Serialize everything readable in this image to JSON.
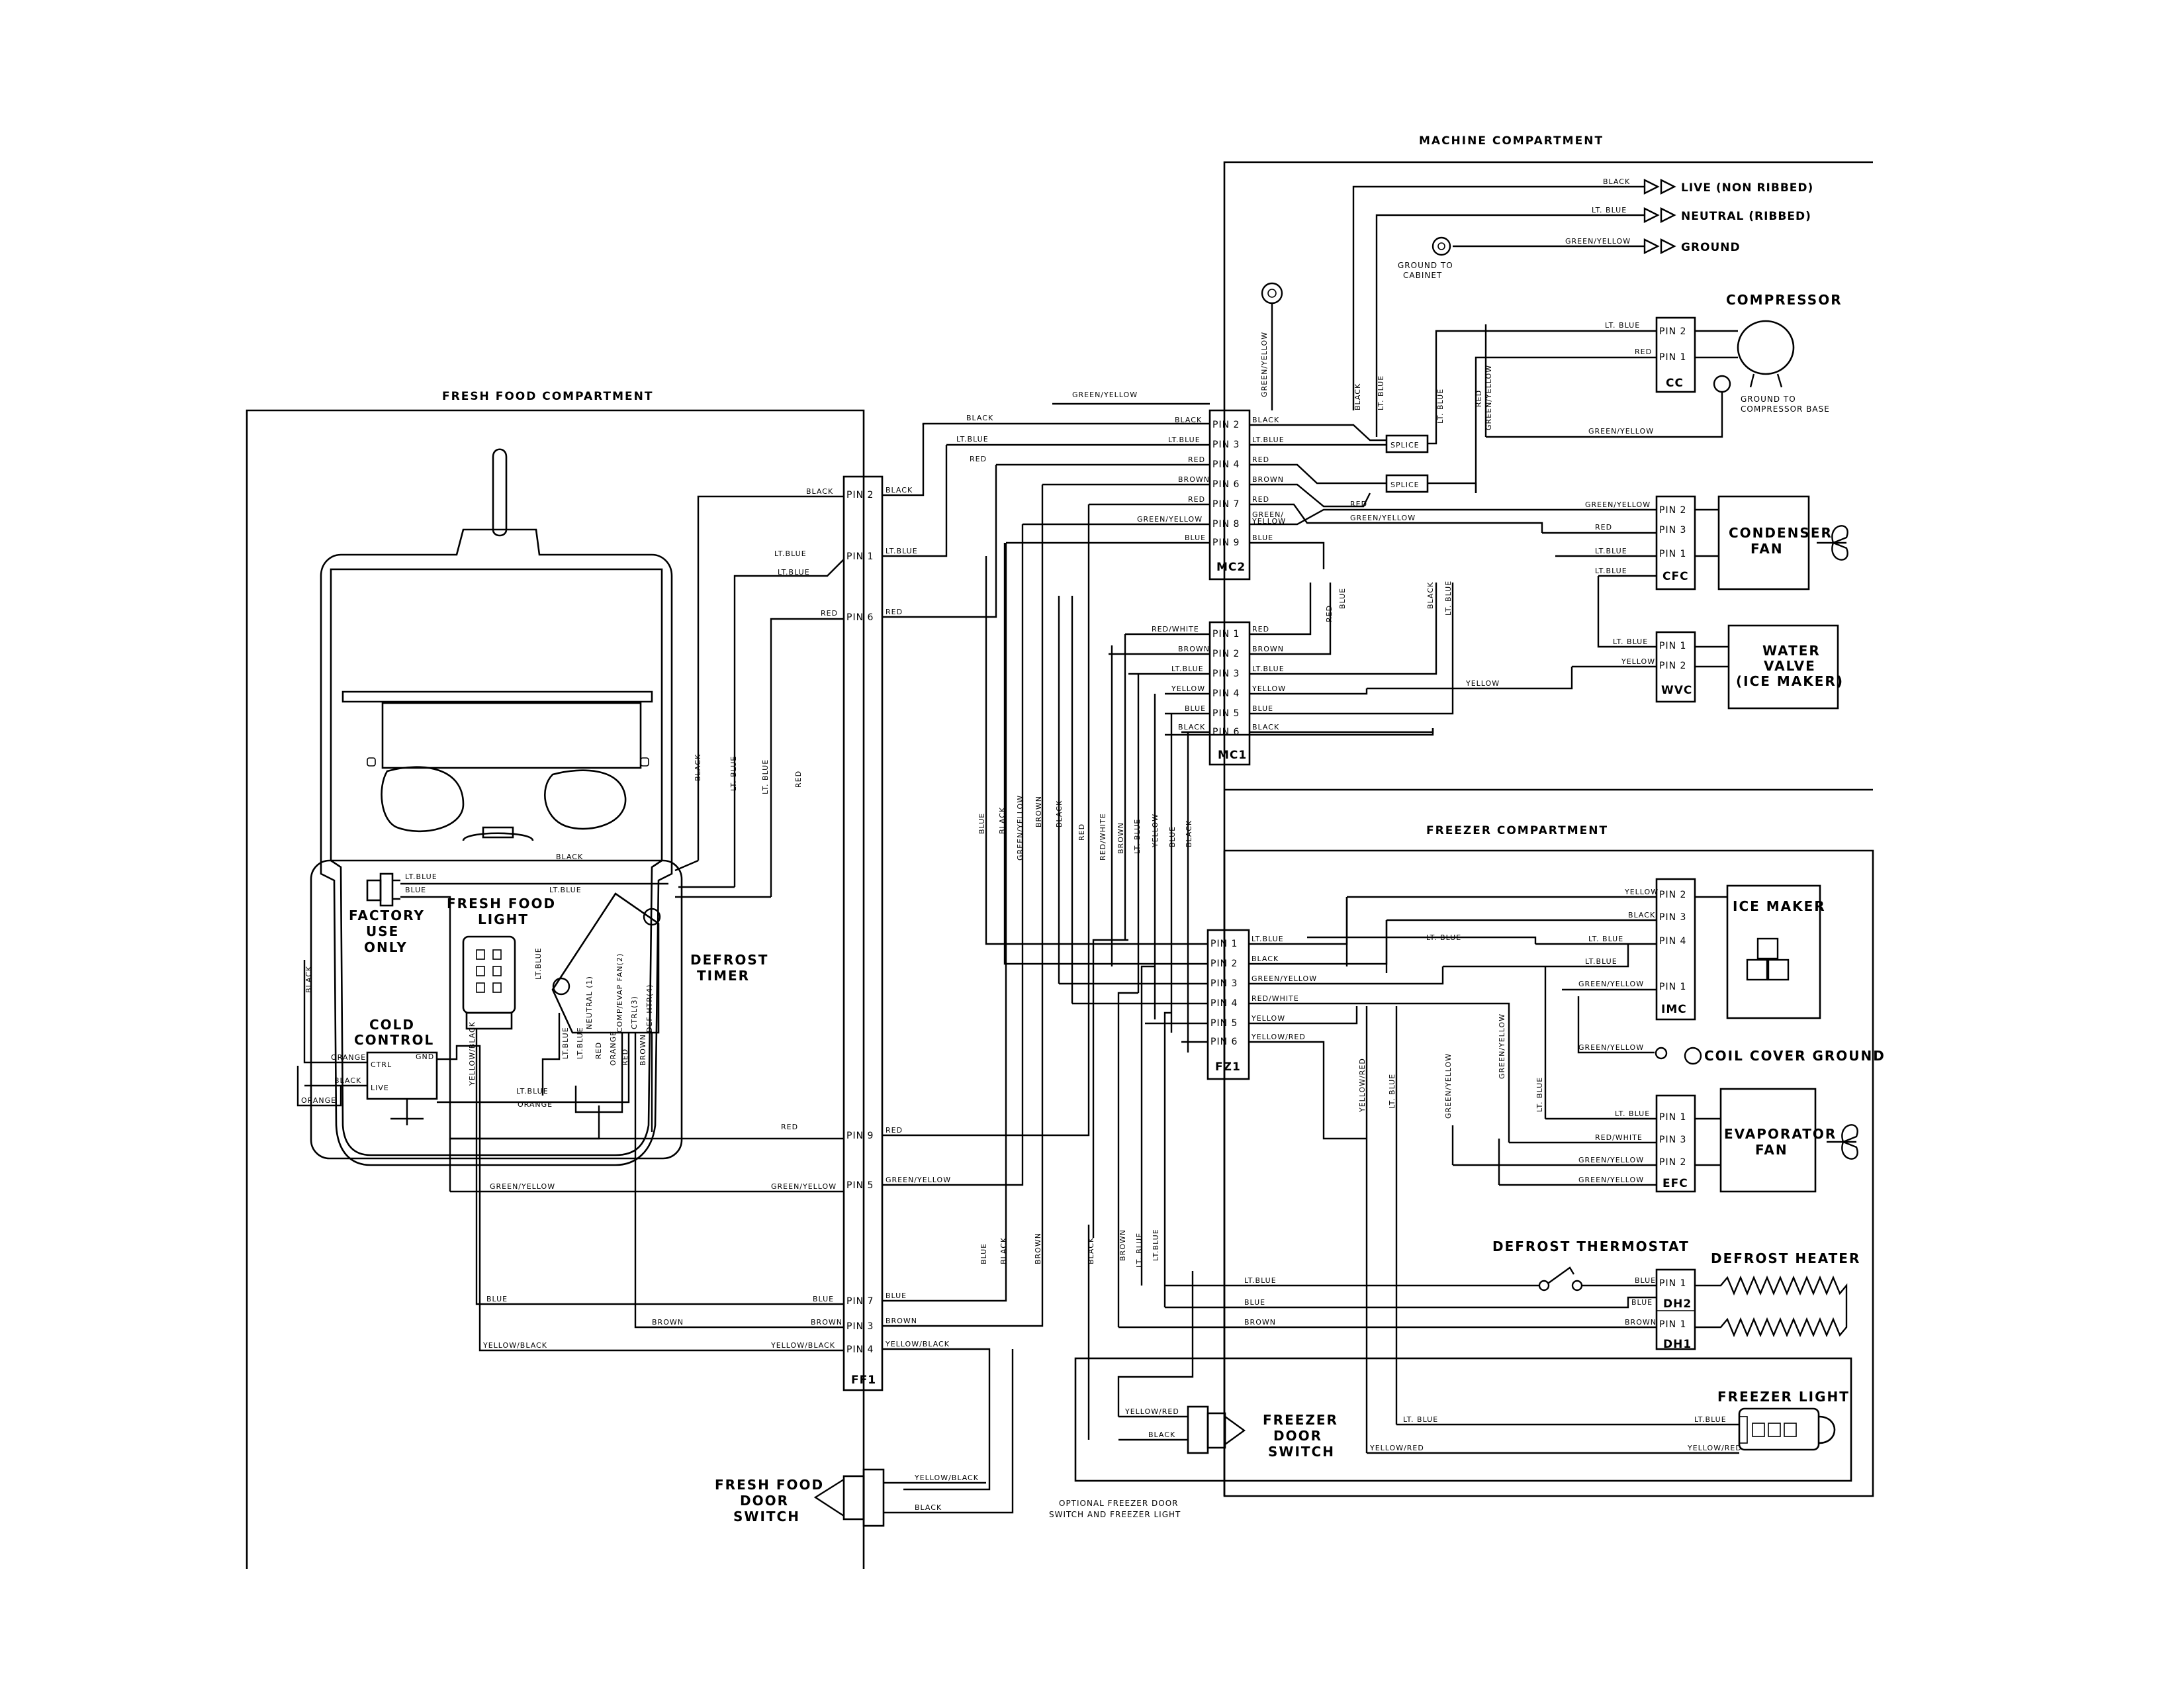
{
  "sections": {
    "machine": "MACHINE COMPARTMENT",
    "fresh_food": "FRESH FOOD COMPARTMENT",
    "freezer": "FREEZER  COMPARTMENT"
  },
  "power": {
    "live": "LIVE (NON RIBBED)",
    "neutral": "NEUTRAL (RIBBED)",
    "ground": "GROUND",
    "ground_cabinet_1": "GROUND TO",
    "ground_cabinet_2": "CABINET",
    "ground_comp_1": "GROUND TO",
    "ground_comp_2": "COMPRESSOR BASE"
  },
  "components": {
    "compressor": "COMPRESSOR",
    "condenser_1": "CONDENSER",
    "condenser_2": "FAN",
    "water_1": "WATER",
    "water_2": "VALVE",
    "water_3": "(ICE MAKER)",
    "ice_maker": "ICE MAKER",
    "coil_ground": "COIL COVER GROUND",
    "evap_1": "EVAPORATOR",
    "evap_2": "FAN",
    "defrost_thermostat": "DEFROST THERMOSTAT",
    "defrost_heater": "DEFROST HEATER",
    "freezer_light": "FREEZER LIGHT",
    "fz_switch_1": "FREEZER",
    "fz_switch_2": "DOOR",
    "fz_switch_3": "SWITCH",
    "ff_switch_1": "FRESH FOOD",
    "ff_switch_2": "DOOR",
    "ff_switch_3": "SWITCH",
    "optional_1": "OPTIONAL FREEZER DOOR",
    "optional_2": "SWITCH AND FREEZER LIGHT",
    "factory_1": "FACTORY",
    "factory_2": "USE",
    "factory_3": "ONLY",
    "ff_light_1": "FRESH FOOD",
    "ff_light_2": "LIGHT",
    "defrost_timer_1": "DEFROST",
    "defrost_timer_2": "TIMER",
    "cold_control_1": "COLD",
    "cold_control_2": "CONTROL",
    "ctrl": "CTRL",
    "live": "LIVE",
    "gnd": "GND",
    "timer_neutral": "NEUTRAL (1)",
    "timer_comp": "COMP/EVAP FAN(2)",
    "timer_ctrl": "CTRL(3)",
    "timer_def": "DEF HTR(4)",
    "splice": "SPLICE"
  },
  "connectors": {
    "mc2": "MC2",
    "mc1": "MC1",
    "fz1": "FZ1",
    "ff1": "FF1",
    "cc": "CC",
    "cfc": "CFC",
    "wvc": "WVC",
    "imc": "IMC",
    "efc": "EFC",
    "dh2": "DH2",
    "dh1": "DH1"
  },
  "pins": {
    "p1": "PIN 1",
    "p2": "PIN 2",
    "p3": "PIN 3",
    "p4": "PIN 4",
    "p5": "PIN 5",
    "p6": "PIN 6",
    "p7": "PIN 7",
    "p8": "PIN 8",
    "p9": "PIN 9"
  },
  "wires": {
    "black": "BLACK",
    "ltblue": "LT.BLUE",
    "ltblue_sp": "LT. BLUE",
    "red": "RED",
    "brown": "BROWN",
    "green_yellow": "GREEN/YELLOW",
    "blue": "BLUE",
    "yellow": "YELLOW",
    "red_white": "RED/WHITE",
    "yellow_black": "YELLOW/BLACK",
    "yellow_red": "YELLOW/RED",
    "orange": "ORANGE",
    "green": "GREEN/",
    "yellow_frag": "YELLOW",
    "brown_frag": "BROWN"
  },
  "colors": {
    "ink": "#000000",
    "paper": "#ffffff"
  }
}
